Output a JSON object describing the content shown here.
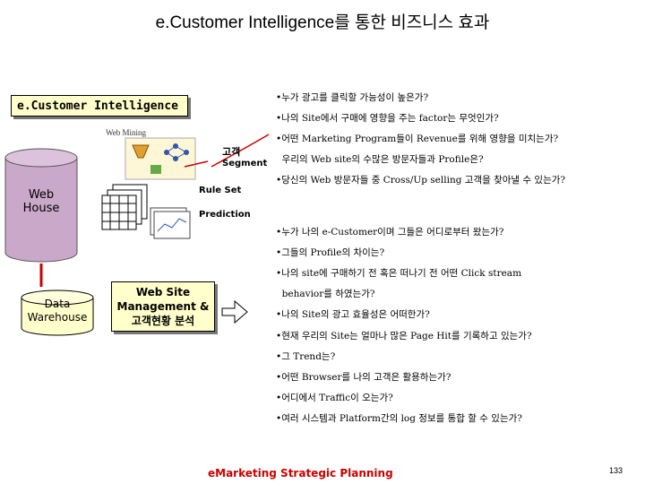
{
  "title": "e.Customer Intelligence를 통한 비즈니스 효과",
  "left": {
    "ci_label": "e.Customer Intelligence",
    "web_mining": "Web Mining",
    "customer": "고객",
    "segment": "Segment",
    "rule_set": "Rule Set",
    "prediction": "Prediction",
    "web_house_line1": "Web",
    "web_house_line2": "House",
    "data_warehouse_line1": "Data",
    "data_warehouse_line2": "Warehouse",
    "web_site_line1": "Web Site",
    "web_site_line2": "Management &",
    "web_site_line3": "고객현황 분석"
  },
  "questions": {
    "group1": [
      "•누가 광고를 클릭할 가능성이 높은가?",
      "•나의 Site에서 구매에 영향을 주는 factor는 무엇인가?",
      "•어떤 Marketing Program들이 Revenue를 위해 영향을 미치는가?",
      "  우리의 Web site의 수많은 방문자들과 Profile은?",
      "•당신의 Web 방문자들 중 Cross/Up selling 고객을 찾아낼 수 있는가?"
    ],
    "group2": [
      "•누가 나의 e-Customer이며 그들은 어디로부터 왔는가?",
      "•그들의 Profile의 차이는?",
      "•나의 site에 구매하기 전 혹은 떠나기 전 어떤 Click stream",
      "  behavior를 하였는가?",
      "•나의 Site의 광고 효율성은 어떠한가?"
    ],
    "group3": [
      "•현재 우리의 Site는 얼마나 많은 Page Hit를 기록하고 있는가?",
      "•그 Trend는?",
      "•어떤 Browser를 나의 고객은 활용하는가?",
      "•어디에서 Traffic이 오는가?",
      "•여러 시스템과 Platform간의 log 정보를 통합 할 수 있는가?"
    ]
  },
  "footer": "eMarketing Strategic Planning",
  "page_number": "133"
}
